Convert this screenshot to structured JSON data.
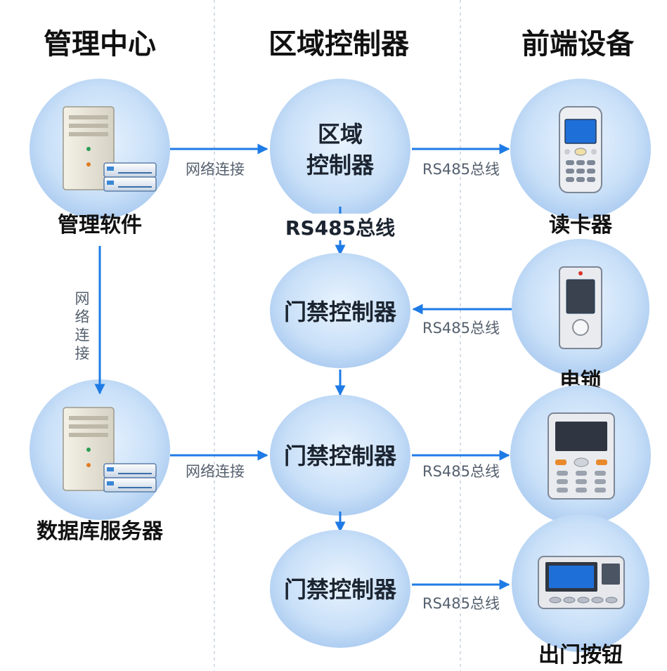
{
  "columns": {
    "management": "管理中心",
    "regional": "区域控制器",
    "frontend": "前端设备"
  },
  "nodes": {
    "management_software": "管理软件",
    "database_server": "数据库服务器",
    "regional_controller_line1": "区域",
    "regional_controller_line2": "控制器",
    "access_controller_1": "门禁控制器",
    "access_controller_2": "门禁控制器",
    "access_controller_3": "门禁控制器",
    "card_reader": "读卡器",
    "electric_lock": "电锁",
    "keypad_device": "",
    "exit_button": "出门按钮"
  },
  "edges": {
    "network_top": "网络连接",
    "network_vertical": [
      "网",
      "络",
      "连",
      "接"
    ],
    "network_bottom": "网络连接",
    "rs485_bus_vertical": "RS485总线",
    "rs485_reader": "RS485总线",
    "rs485_lock": "RS485总线",
    "rs485_keypad": "RS485总线",
    "rs485_exit": "RS485总线"
  },
  "colors": {
    "arrow": "#1e7be6",
    "node_fill_center": "#e6f1fd",
    "node_fill_edge": "#b6d4f5",
    "screen": "#1f6fd8"
  },
  "icons": {
    "management_software": "server-icon",
    "database_server": "server-icon",
    "card_reader": "mobile-phone-icon",
    "electric_lock": "lock-panel-icon",
    "keypad_device": "keypad-terminal-icon",
    "exit_button": "exit-button-panel-icon"
  }
}
